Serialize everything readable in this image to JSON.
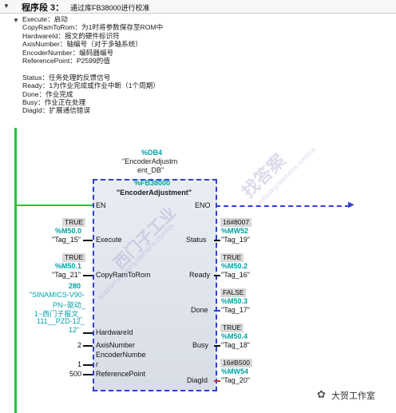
{
  "segment": {
    "label": "程序段 3：",
    "title": "通过库FB38000进行校准"
  },
  "comments": [
    "Execute：启动",
    "CopyRamToRom：为1时将参数保存至ROM中",
    "HardwareId：报文的硬件标识符",
    "AxisNumber：轴编号（对于多轴系统）",
    "EncoderNumber：编码器编号",
    "ReferencePoint：P2599的值",
    "",
    "Status：任务处理的反馈信号",
    "Ready：1为作业完成或作业中断（1个周期）",
    "Done：作业完成",
    "Busy：作业正在处理",
    "DiagId：扩展通信错误"
  ],
  "instance": {
    "db": "%DB4",
    "name_line1": "\"EncoderAdjustm",
    "name_line2": "ent_DB\"",
    "fb": "%FB38000",
    "block_name": "\"EncoderAdjustment\""
  },
  "pins": {
    "en": "EN",
    "eno": "ENO",
    "execute": "Execute",
    "copy": "CopyRamToRom",
    "hwid": "HardwareId",
    "axis": "AxisNumber",
    "enc1": "EncoderNumbe",
    "enc2": "r",
    "ref": "ReferencePoint",
    "status": "Status",
    "ready": "Ready",
    "done": "Done",
    "busy": "Busy",
    "diag": "DiagId"
  },
  "inputs": {
    "execute": {
      "value": "TRUE",
      "addr": "%M50.0",
      "tag": "\"Tag_15\""
    },
    "copy": {
      "value": "TRUE",
      "addr": "%M50.1",
      "tag": "\"Tag_21\""
    },
    "hwid": {
      "value": "280",
      "l1": "\"SINAMICS-V90-",
      "l2": "PN~驱动_",
      "l3": "1~西门子报文_",
      "l4": "111__PZD-12_",
      "l5": "12\""
    },
    "axis": "2",
    "enc": "1",
    "ref": "500"
  },
  "outputs": {
    "status": {
      "value": "16#8007",
      "addr": "%MW52",
      "tag": "\"Tag_19\""
    },
    "ready": {
      "value": "TRUE",
      "addr": "%M50.2",
      "tag": "\"Tag_16\""
    },
    "done": {
      "value": "FALSE",
      "addr": "%M50.3",
      "tag": "\"Tag_17\""
    },
    "busy": {
      "value": "TRUE",
      "addr": "%M50.4",
      "tag": "\"Tag_18\""
    },
    "diag": {
      "value": "16#B500",
      "addr": "%MW54",
      "tag": "\"Tag_20\""
    }
  },
  "watermark": {
    "main": "西门子工业",
    "sub": "support.industry.siemens.com/cs",
    "right": "找答案",
    "right_sub": "industry.siemens.com/cs"
  },
  "brand": "大贺工作室",
  "colors": {
    "rail": "#27c33a",
    "block_border": "#2f3fd6",
    "teal": "#00a3a3",
    "eno_line": "#2f3fd6"
  }
}
